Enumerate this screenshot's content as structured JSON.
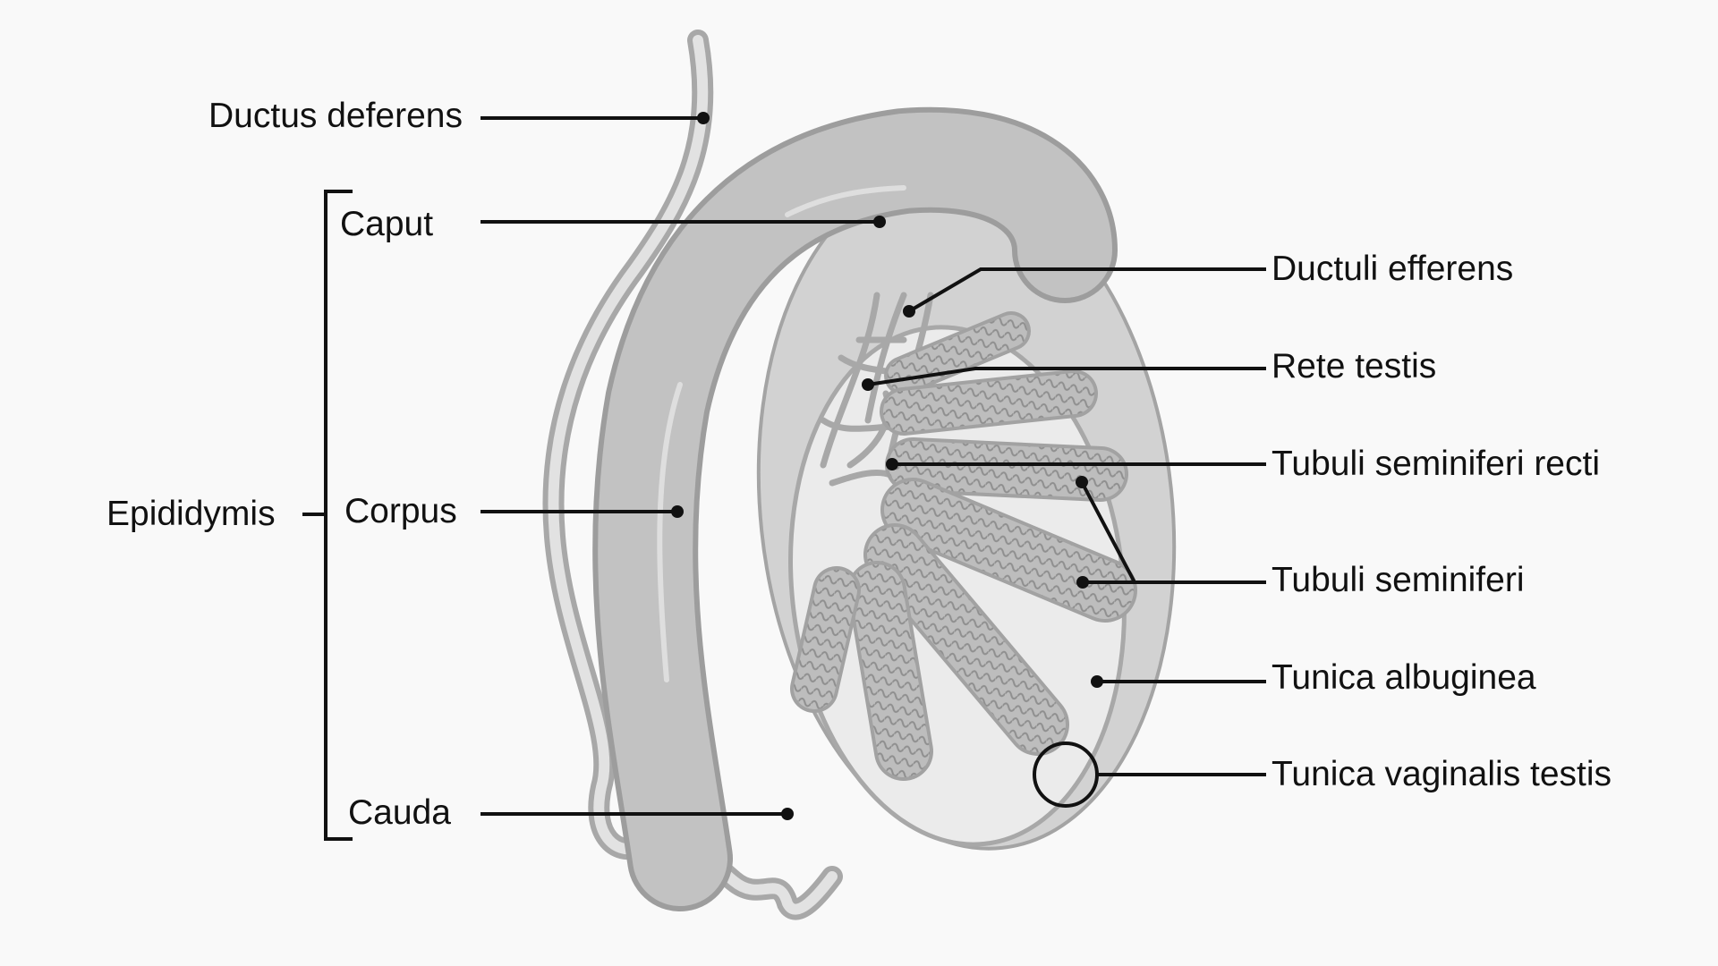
{
  "labels": {
    "ductus_deferens": "Ductus deferens",
    "caput": "Caput",
    "epididymis": "Epididymis",
    "corpus": "Corpus",
    "cauda": "Cauda",
    "ductuli_efferens": "Ductuli efferens",
    "rete_testis": "Rete testis",
    "tubuli_seminiferi_recti": "Tubuli seminiferi recti",
    "tubuli_seminiferi": "Tubuli seminiferi",
    "tunica_albuginea": "Tunica albuginea",
    "tunica_vaginalis_testis": "Tunica vaginalis testis"
  },
  "colors": {
    "background": "#f9f9f9",
    "outer_tissue": "#d2d2d2",
    "inner_cavity": "#ebebeb",
    "epididymis": "#bdbdbd",
    "tubule": "#b6b6b6",
    "leader_line": "#111111"
  }
}
